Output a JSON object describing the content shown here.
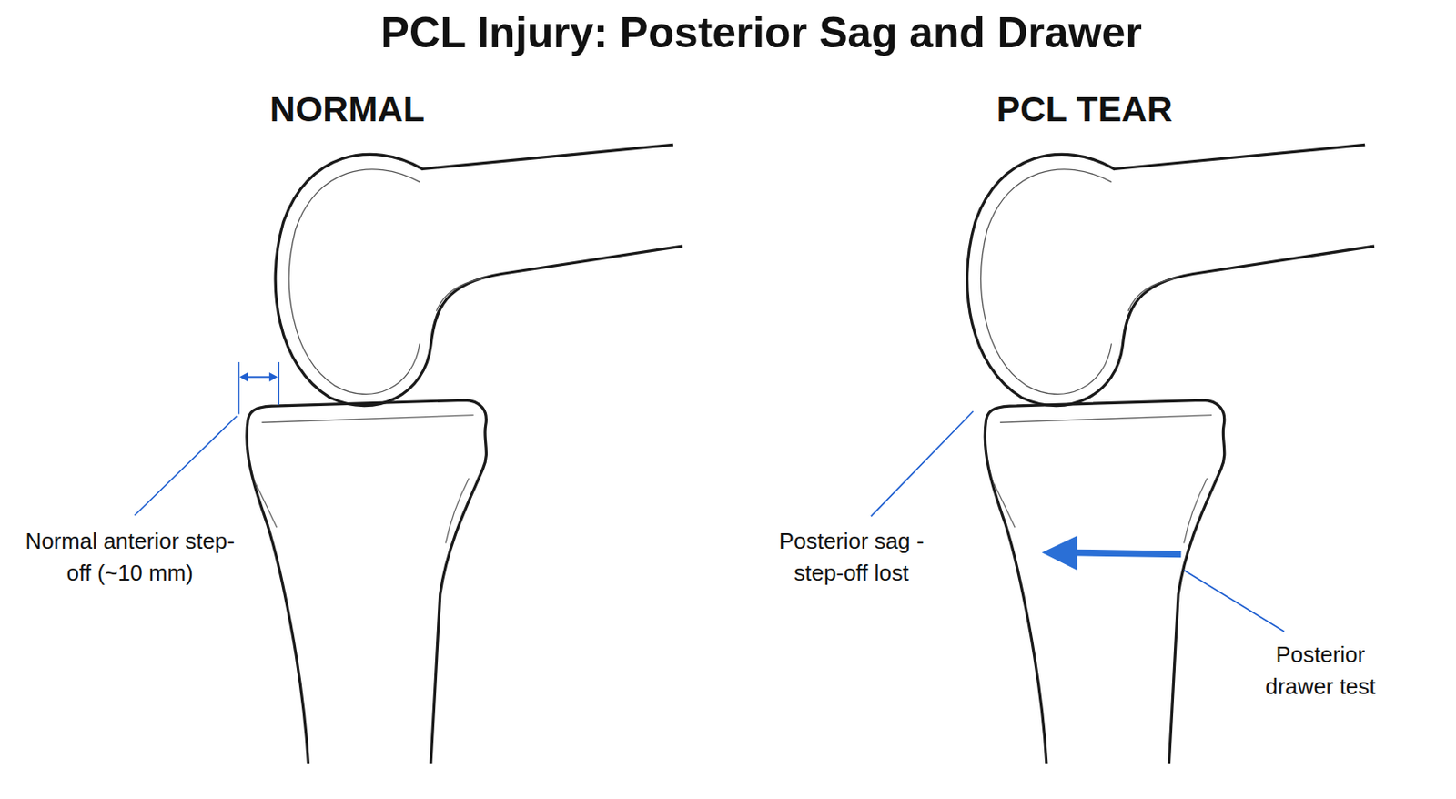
{
  "diagram": {
    "title": "PCL Injury: Posterior Sag and Drawer",
    "labels": [
      "NORMAL",
      "PCL TEAR",
      "Normal anterior step-off (~10 mm)",
      "Posterior sag - step-off lost",
      "Posterior drawer test"
    ]
  }
}
